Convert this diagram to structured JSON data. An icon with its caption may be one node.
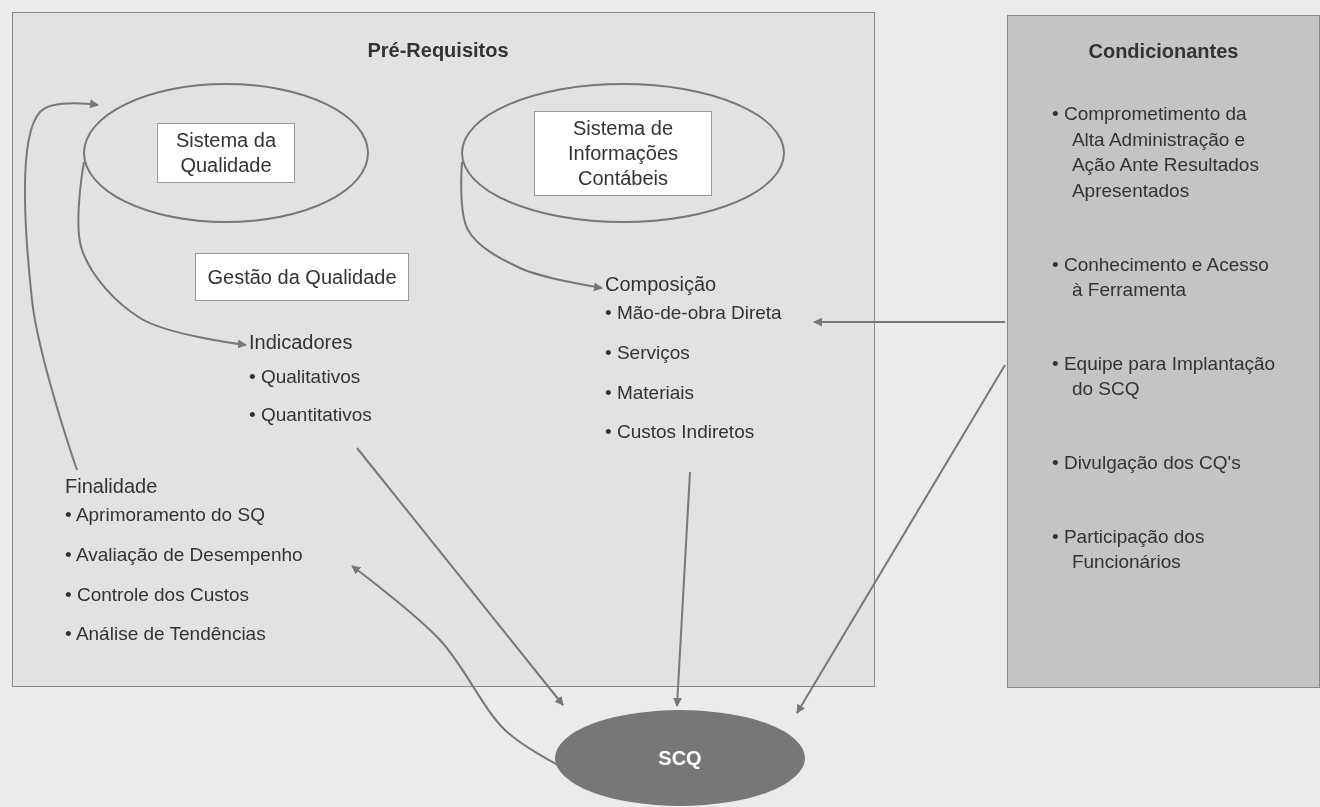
{
  "diagram": {
    "nodes": [
      {
        "text": [
          "Pré-Requisitos"
        ]
      },
      {
        "text": [
          "Sistema da Qualidade"
        ],
        "in": 0
      },
      {
        "text": [
          "Sistema de Informações Contábeis"
        ],
        "in": 0
      },
      {
        "text": [
          "Gestão da Qualidade"
        ],
        "in": 0
      },
      {
        "text": [
          "Indicadores",
          "• Qualitativos",
          "• Quantitativos"
        ],
        "in": 0
      },
      {
        "text": [
          "Composição",
          "• Mão-de-obra Direta",
          "• Serviços",
          "• Materiais",
          "• Custos Indiretos"
        ],
        "in": 0
      },
      {
        "text": [
          "Finalidade",
          "• Aprimoramento do SQ",
          "• Avaliação de Desempenho",
          "• Controle dos Custos",
          "• Análise de Tendências"
        ],
        "in": 0
      },
      {
        "text": [
          "Condicionantes",
          "• Comprometimento da Alta Administração e Ação Ante Resultados Apresentados",
          "• Conhecimento e Acesso à Ferramenta",
          "• Equipe para Implantação do SCQ",
          "• Divulgação dos CQ's",
          "• Participação dos Funcionários"
        ]
      },
      {
        "text": [
          "SCQ"
        ]
      }
    ],
    "edges": [
      {
        "from": 1,
        "to": 4,
        "arrow": "to"
      },
      {
        "from": 2,
        "to": 5,
        "arrow": "to"
      },
      {
        "from": 6,
        "to": 1,
        "arrow": "to"
      },
      {
        "from": 4,
        "to": 8,
        "arrow": "to"
      },
      {
        "from": 8,
        "to": 6,
        "arrow": "to"
      },
      {
        "from": 5,
        "to": 8,
        "arrow": "to"
      },
      {
        "from": 7,
        "to": 5,
        "arrow": "to"
      },
      {
        "from": 7,
        "to": 8,
        "arrow": "to"
      }
    ]
  }
}
